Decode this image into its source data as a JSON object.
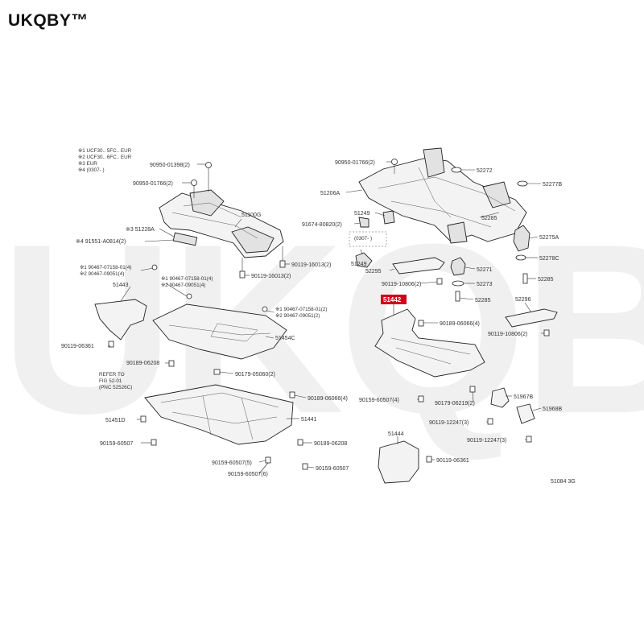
{
  "brand": {
    "title": "UKQBY™"
  },
  "watermark": {
    "text": "UKQBY™"
  },
  "figure": {
    "code": "51084 3G"
  },
  "notes": [
    "※1 UCF30.. 5FC.. EUR",
    "※2 UCF30.. 6FC.. EUR",
    "※3 EUR",
    "※4 (0307-     )"
  ],
  "refer": [
    "REFER TO",
    "FIG 52-01",
    "(PNC 52526C)"
  ],
  "highlight": {
    "label": "51442",
    "color": "#d0021b"
  },
  "labels": {
    "l01": "90950-01398(2)",
    "l02": "90950-01766(2)",
    "l03": "51100G",
    "l04": "※3 51228A",
    "l05": "※4 91551-A0814(2)",
    "l06": "90119-16013(2)",
    "l07": "90119-16013(2)",
    "l08": "※1 90467-07158-01(4)",
    "l09": "※2 90467-09051(4)",
    "l10": "※1 90467-07158-01(4)",
    "l11": "※2 90467-09051(4)",
    "l12": "51443",
    "l13": "※1 90467-07158-01(2)",
    "l14": "※2 90467-09051(2)",
    "l15": "51454C",
    "l16": "90119-06361",
    "l17": "90189-06208",
    "l18": "90179-05060(2)",
    "l19": "90189-06066(4)",
    "l20": "51441",
    "l21": "51451D",
    "l22": "90159-60507",
    "l23": "90189-06208",
    "l24": "90159-60507(5)",
    "l25": "90159-60507",
    "l26": "90159-60507(6)",
    "r01": "90950-01766(2)",
    "r02": "52272",
    "r03": "51206A",
    "r04": "52277B",
    "r05": "51249",
    "r06": "52285",
    "r07": "91674-80820(2)",
    "r08": "(0307-   )",
    "r09": "52275A",
    "r10": "51249",
    "r11": "52278C",
    "r12": "52295",
    "r13": "52271",
    "r14": "90119-10806(2)",
    "r15": "52273",
    "r16": "52285",
    "r17": "52285",
    "r18": "52296",
    "r19": "90189-06066(4)",
    "r20": "90119-10806(2)",
    "r21": "90159-60507(4)",
    "r22": "90179-06219(2)",
    "r23": "51967B",
    "r24": "51968B",
    "r25": "90119-12247(3)",
    "r26": "51444",
    "r27": "90119-12247(3)",
    "r28": "90119-06361"
  }
}
